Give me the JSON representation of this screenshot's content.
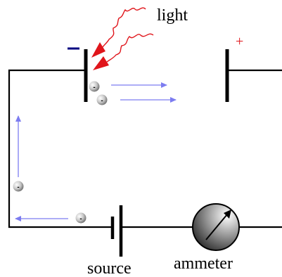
{
  "labels": {
    "light": "light",
    "source": "source",
    "ammeter": "ammeter"
  },
  "signs": {
    "cathode": "−",
    "anode": "+"
  },
  "electron_symbol": "-",
  "colors": {
    "light_rays": "#e0151b",
    "flow_arrows": "#7c7cf0",
    "wire": "#000000",
    "cathode_sign": "#000080",
    "anode_sign": "#e0151b"
  }
}
